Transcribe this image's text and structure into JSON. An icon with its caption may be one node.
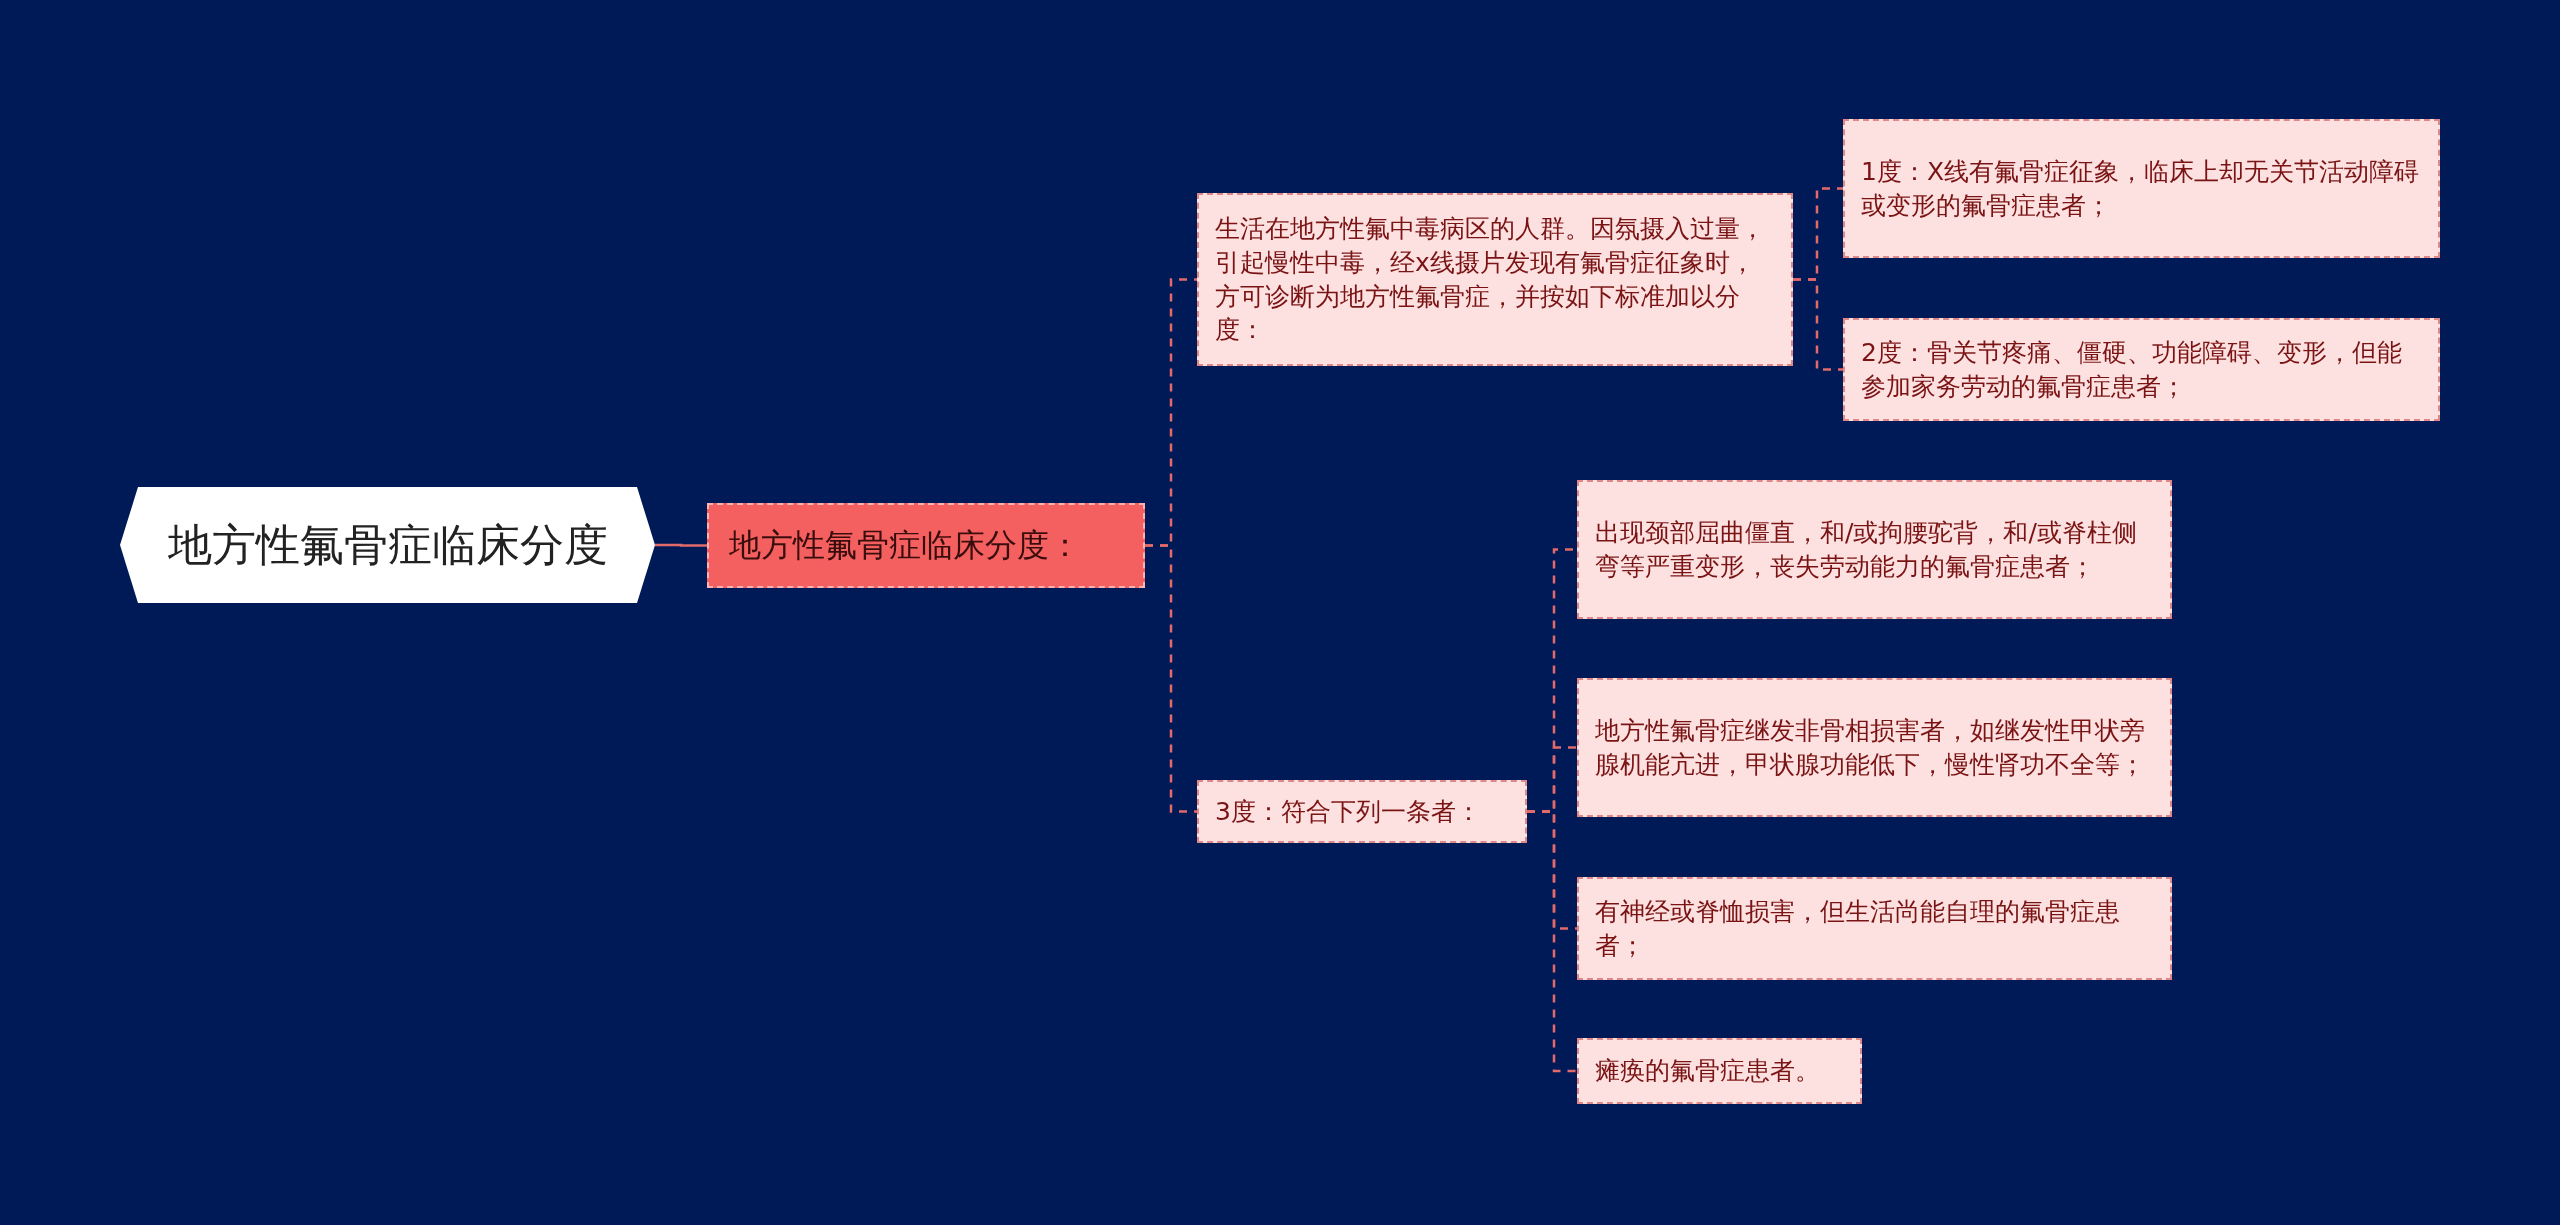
{
  "diagram": {
    "nodes": [
      {
        "text": [
          "地方性氟骨症临床分度"
        ]
      },
      {
        "text": [
          "地方性氟骨症临床分度："
        ]
      },
      {
        "text": [
          "生活在地方性氟中毒病区的人群。因氛摄入过量，引起慢性中毒，经x线摄片发现有氟骨症征象时，方可诊断为地方性氟骨症，并按如下标准加以分度："
        ]
      },
      {
        "text": [
          "1度：X线有氟骨症征象，临床上却无关节活动障碍或变形的氟骨症患者；"
        ]
      },
      {
        "text": [
          "2度：骨关节疼痛、僵硬、功能障碍、变形，但能参加家务劳动的氟骨症患者；"
        ]
      },
      {
        "text": [
          "3度：符合下列一条者："
        ]
      },
      {
        "text": [
          "出现颈部屈曲僵直，和/或拘腰驼背，和/或脊柱侧弯等严重变形，丧失劳动能力的氟骨症患者；"
        ]
      },
      {
        "text": [
          "地方性氟骨症继发非骨相损害者，如继发性甲状旁腺机能亢进，甲状腺功能低下，慢性肾功不全等；"
        ]
      },
      {
        "text": [
          "有神经或脊恤损害，但生活尚能自理的氟骨症患者；"
        ]
      },
      {
        "text": [
          "瘫痪的氟骨症患者。"
        ]
      }
    ],
    "edges": [
      {
        "from": 0,
        "to": 1,
        "arrow": "none"
      },
      {
        "from": 1,
        "to": 2,
        "arrow": "none",
        "style": "dashed"
      },
      {
        "from": 1,
        "to": 5,
        "arrow": "none",
        "style": "dashed"
      },
      {
        "from": 2,
        "to": 3,
        "arrow": "none",
        "style": "dashed"
      },
      {
        "from": 2,
        "to": 4,
        "arrow": "none",
        "style": "dashed"
      },
      {
        "from": 5,
        "to": 6,
        "arrow": "none",
        "style": "dashed"
      },
      {
        "from": 5,
        "to": 7,
        "arrow": "none",
        "style": "dashed"
      },
      {
        "from": 5,
        "to": 8,
        "arrow": "none",
        "style": "dashed"
      },
      {
        "from": 5,
        "to": 9,
        "arrow": "none",
        "style": "dashed"
      }
    ]
  }
}
